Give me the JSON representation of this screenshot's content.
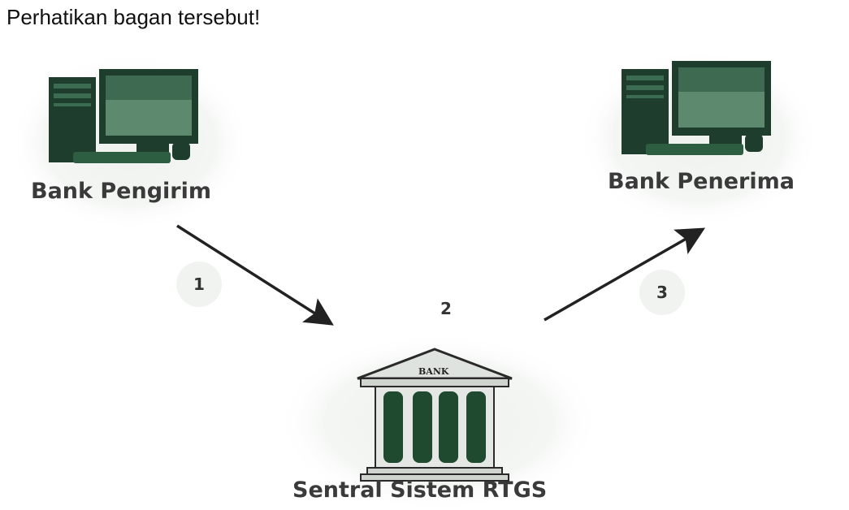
{
  "question": "Perhatikan bagan tersebut!",
  "nodes": {
    "sender": "Bank Pengirim",
    "receiver": "Bank Penerima",
    "central": "Sentral Sistem RTGS"
  },
  "steps": [
    "1",
    "2",
    "3"
  ],
  "bank_sign": "BANK",
  "colors": {
    "icon_dark": "#1f3d2c",
    "icon_green": "#2e5e42",
    "text": "#3a3a3a",
    "arrow": "#222222",
    "halo": "#f0f2f0"
  },
  "icons": [
    "computer-icon",
    "computer-icon",
    "bank-building-icon"
  ]
}
